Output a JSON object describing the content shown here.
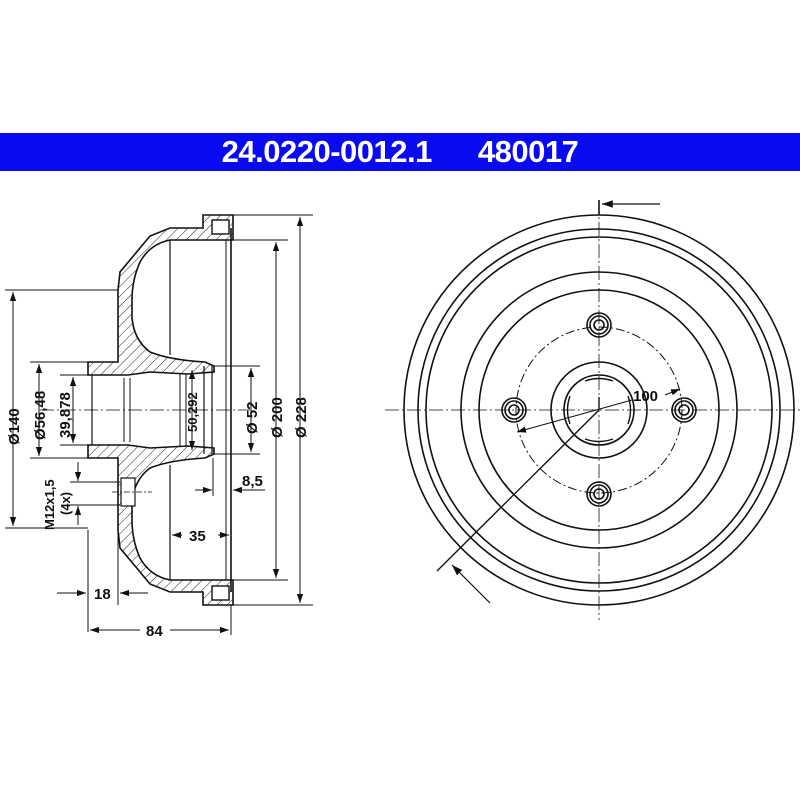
{
  "header": {
    "part_number": "24.0220-0012.1",
    "ref_number": "480017",
    "background_color": "#0a0af0",
    "text_color": "#ffffff"
  },
  "section_view": {
    "dimensions": {
      "d140": "Ø140",
      "d56_48": "Ø56,48",
      "d39_878": "39,878",
      "thread": "M12x1,5",
      "thread_count": "(4x)",
      "d50_292": "50,292",
      "d52": "Ø 52",
      "d200": "Ø 200",
      "d228": "Ø 228",
      "w8_5": "8,5",
      "w35": "35",
      "w18": "18",
      "w84": "84"
    }
  },
  "front_view": {
    "dimensions": {
      "bolt_circle": "100"
    },
    "bolt_hole_count": 4
  }
}
